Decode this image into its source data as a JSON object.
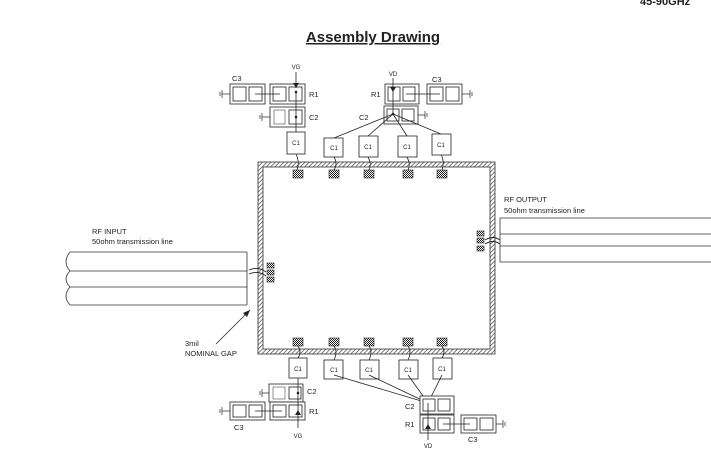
{
  "header": {
    "corner_text": "45-90GHz"
  },
  "title": "Assembly Drawing",
  "labels": {
    "c1": "C1",
    "c2": "C2",
    "c3": "C3",
    "r1": "R1",
    "vg": "VG",
    "vd": "VD"
  },
  "rf_input": {
    "label": "RF INPUT",
    "sublabel": "50ohm transmission line"
  },
  "rf_output": {
    "label": "RF OUTPUT",
    "sublabel": "50ohm transmission line"
  },
  "gap_note": {
    "line1": "3mil",
    "line2": "NOMINAL GAP"
  }
}
